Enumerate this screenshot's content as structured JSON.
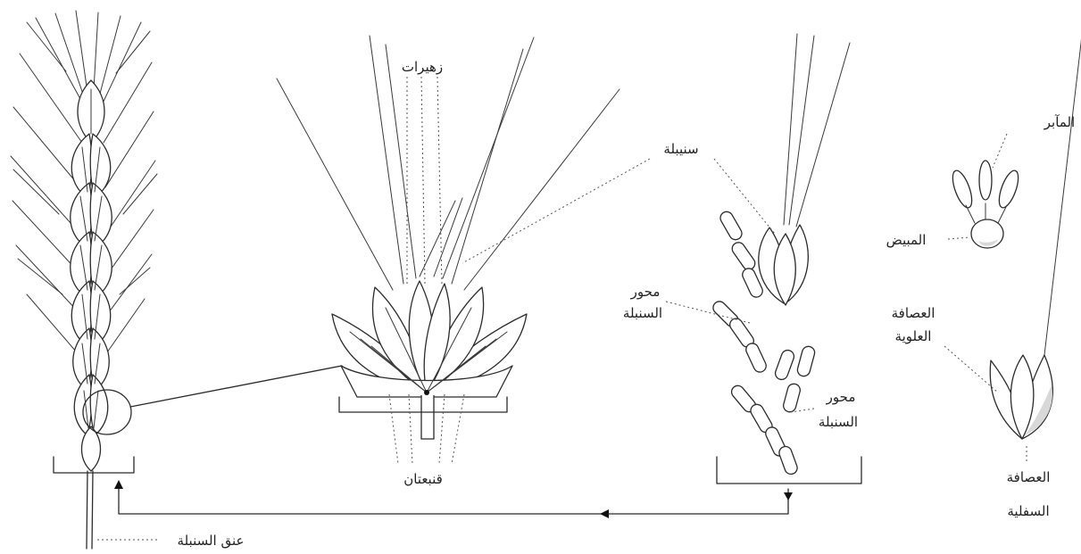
{
  "labels": {
    "florets": "زهيرات",
    "spikelet": "سنيبلة",
    "anthers": "المآبر",
    "ovary": "المبيض",
    "rachis_1_line1": "محور",
    "rachis_1_line2": "السنبلة",
    "rachis_2_line1": "محور",
    "rachis_2_line2": "السنبلة",
    "palea_line1": "العصافة",
    "palea_line2": "العلوية",
    "lemma_line1": "العصافة",
    "lemma_line2": "السفلية",
    "glumes": "قنبعتان",
    "spike_neck": "عنق السنبلة"
  },
  "colors": {
    "ink": "#2b2b2b",
    "leader": "#555555",
    "background": "#ffffff"
  }
}
